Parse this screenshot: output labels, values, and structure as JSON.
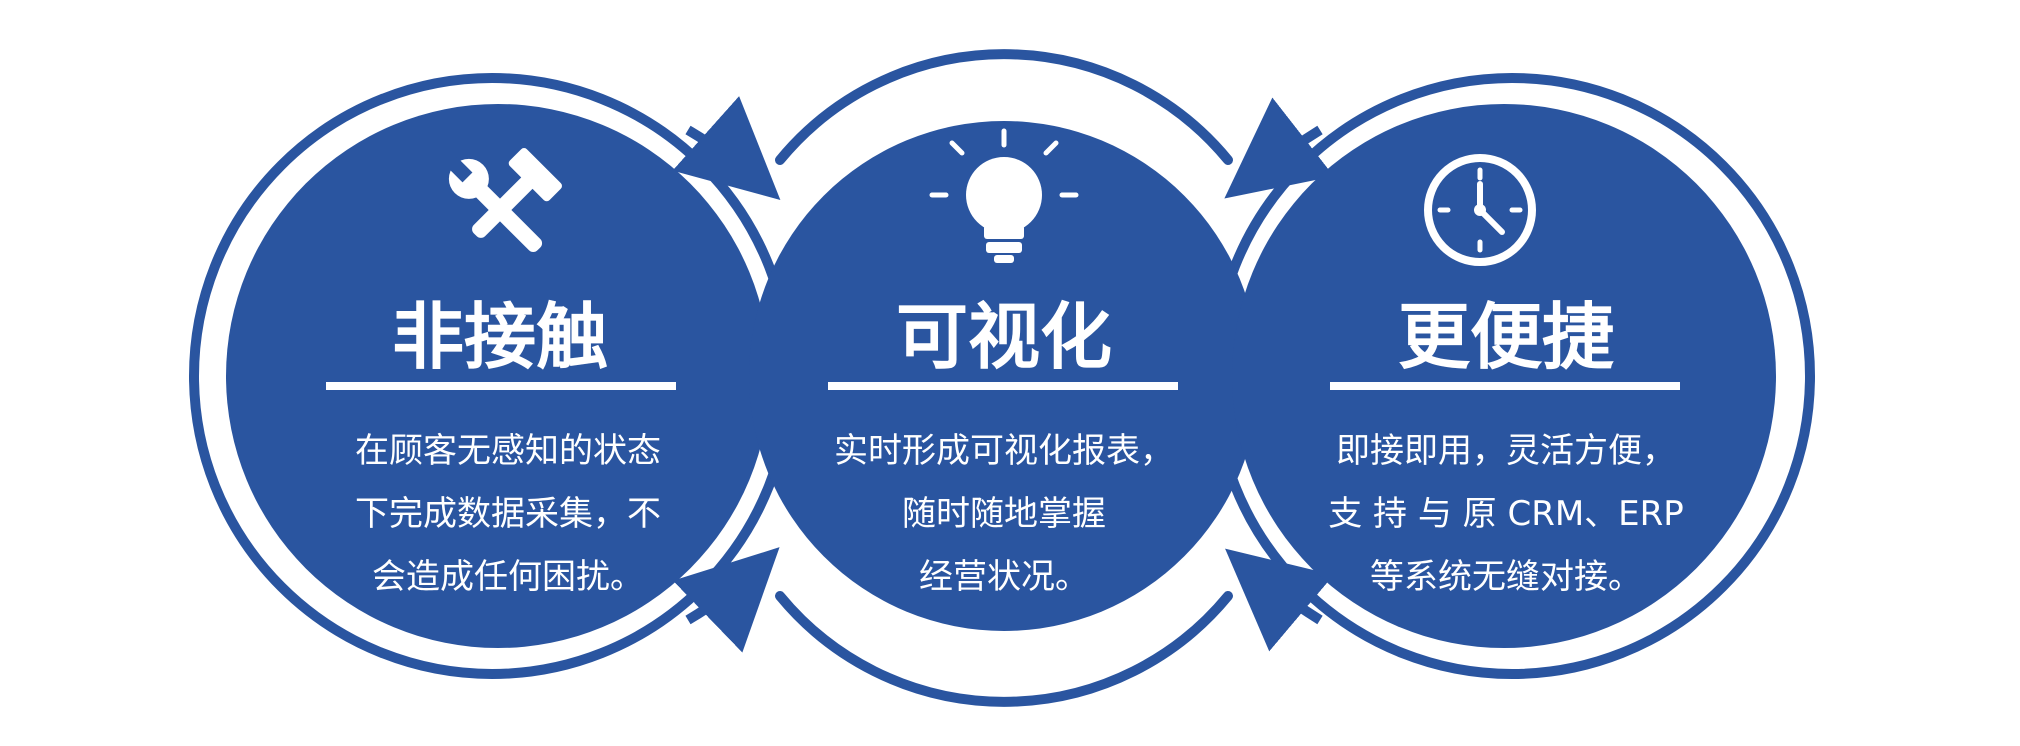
{
  "colors": {
    "circle_fill": "#2a55a0",
    "ring_stroke": "#2a55a0",
    "text": "#ffffff",
    "background": "#ffffff"
  },
  "features": [
    {
      "icon": "tools-icon",
      "title": "非接触",
      "lines": [
        "在顾客无感知的状态",
        "下完成数据采集，不",
        "会造成任何困扰。"
      ]
    },
    {
      "icon": "lightbulb-icon",
      "title": "可视化",
      "lines": [
        "实时形成可视化报表，",
        "随时随地掌握",
        "经营状况。"
      ]
    },
    {
      "icon": "clock-icon",
      "title": "更便捷",
      "lines": [
        "即接即用，灵活方便，",
        "支 持 与 原 CRM、ERP",
        "等系统无缝对接。"
      ]
    }
  ]
}
